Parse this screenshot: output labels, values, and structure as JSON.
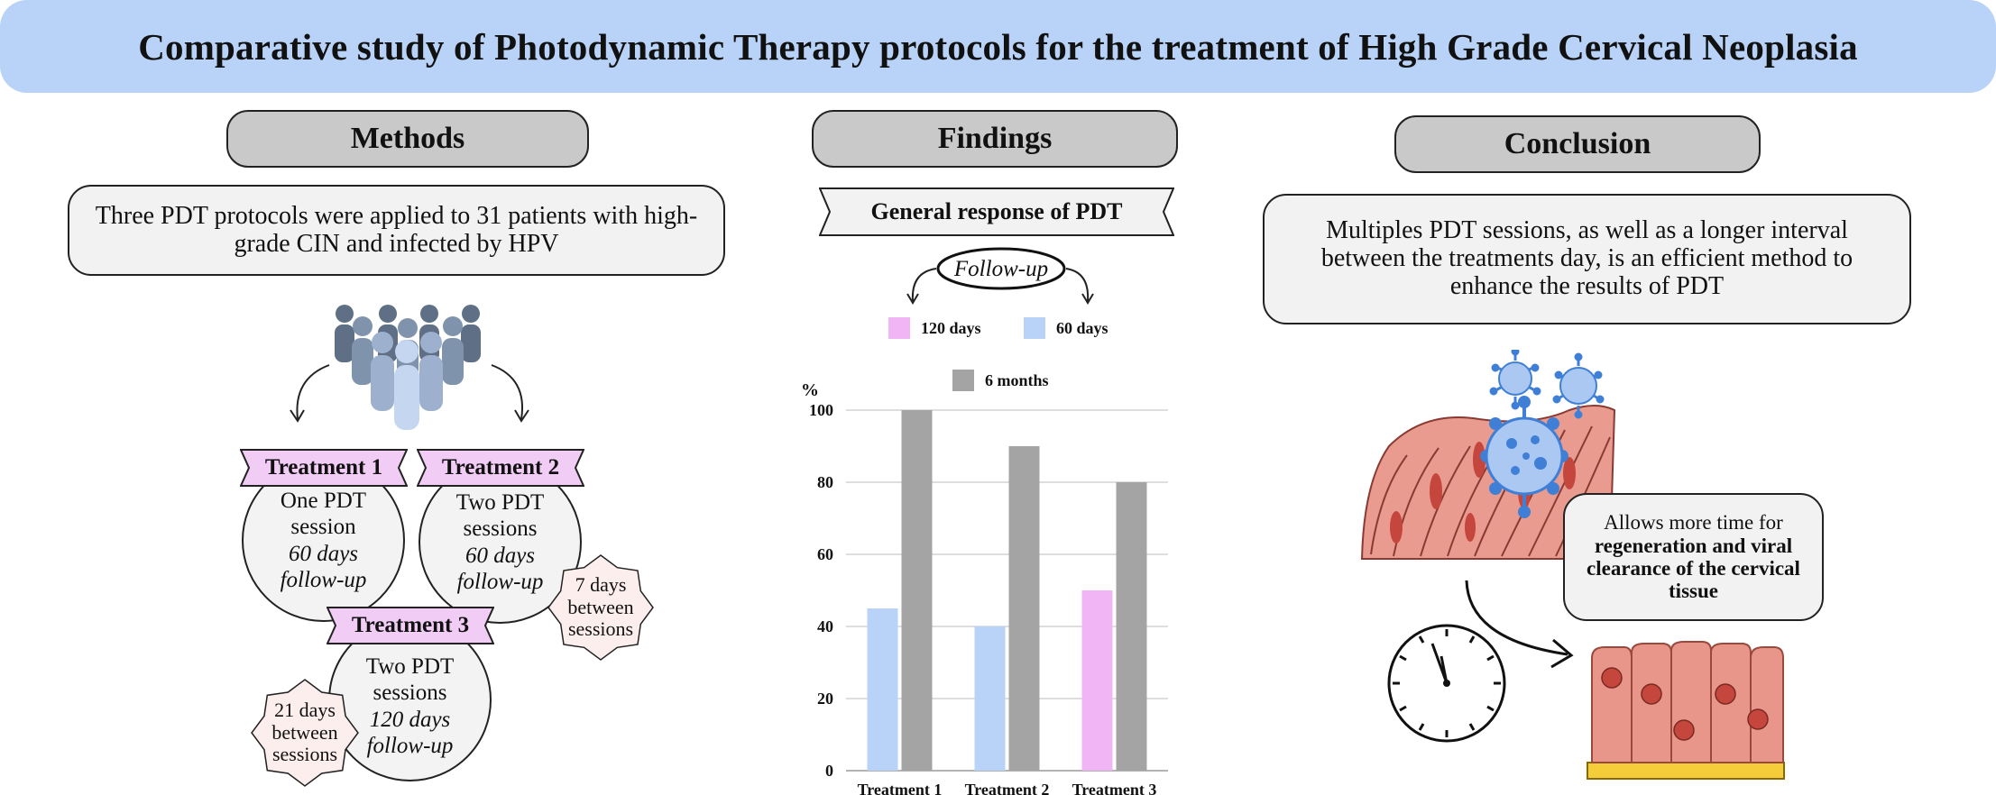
{
  "title": "Comparative study of Photodynamic Therapy protocols for the treatment of High Grade Cervical Neoplasia",
  "methods": {
    "header": "Methods",
    "description": "Three PDT protocols were applied to 31 patients with high-grade CIN and infected by HPV",
    "treatments": [
      {
        "label": "Treatment 1",
        "line1": "One PDT",
        "line2": "session",
        "line3": "60 days",
        "line4": "follow-up"
      },
      {
        "label": "Treatment 2",
        "line1": "Two PDT",
        "line2": "sessions",
        "line3": "60 days",
        "line4": "follow-up"
      },
      {
        "label": "Treatment 3",
        "line1": "Two PDT",
        "line2": "sessions",
        "line3": "120 days",
        "line4": "follow-up"
      }
    ],
    "interval_t2": {
      "line1": "7 days",
      "line2": "between",
      "line3": "sessions"
    },
    "interval_t3": {
      "line1": "21 days",
      "line2": "between",
      "line3": "sessions"
    }
  },
  "findings": {
    "header": "Findings",
    "subtitle": "General response of PDT",
    "followup": "Follow-up"
  },
  "conclusion": {
    "header": "Conclusion",
    "text": "Multiples PDT sessions, as well as a longer interval between the treatments day, is an efficient method to enhance the results of PDT",
    "callout_plain": "Allows more time for",
    "callout_bold": "regeneration and viral clearance of the cervical tissue"
  },
  "colors": {
    "banner": "#b8d3f7",
    "header_gray": "#c9c9c9",
    "ribbon_pink": "#f1ccf5",
    "star_pink": "#fdeeee",
    "bar_120": "#f1b5f5",
    "bar_60": "#b8d3f7",
    "bar_6m": "#a4a4a4",
    "tissue": "#e08a7c",
    "virus": "#3f7fd6"
  },
  "chart_data": {
    "type": "bar",
    "title": "General response of PDT",
    "ylabel": "%",
    "xlabel": "",
    "ylim": [
      0,
      100
    ],
    "yticks": [
      0,
      20,
      40,
      60,
      80,
      100
    ],
    "grid": true,
    "categories": [
      "Treatment 1",
      "Treatment 2",
      "Treatment 3"
    ],
    "series": [
      {
        "name": "60 days",
        "color": "#b8d3f7",
        "values": [
          45,
          40,
          null
        ]
      },
      {
        "name": "120 days",
        "color": "#f1b5f5",
        "values": [
          null,
          null,
          50
        ]
      },
      {
        "name": "6 months",
        "color": "#a4a4a4",
        "values": [
          100,
          90,
          80
        ]
      }
    ],
    "legend_order": [
      "120 days",
      "60 days",
      "6 months"
    ],
    "legend_position": "top"
  }
}
